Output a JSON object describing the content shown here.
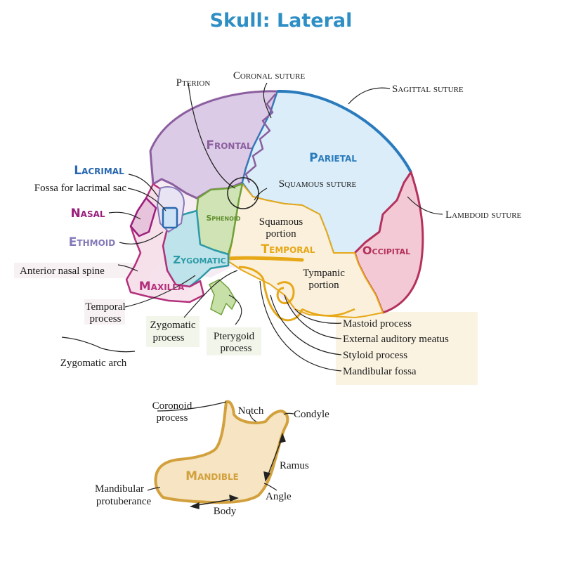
{
  "title": "Skull: Lateral",
  "colors": {
    "title": "#2e8fc5",
    "frontal": "#8b5f9f",
    "parietal": "#2a7bbd",
    "temporal": "#e6a817",
    "occipital": "#b4315c",
    "sphenoid": "#6fa13a",
    "zygomatic": "#2c9aa8",
    "maxilla": "#b4307c",
    "nasal": "#9c1f7d",
    "lacrimal": "#2a68b0",
    "ethmoid": "#8578b8",
    "mandible": "#d2a13d"
  },
  "bones": {
    "frontal": "Frontal",
    "parietal": "Parietal",
    "sphenoid": "Sphenoid",
    "temporal": "Temporal",
    "occipital": "Occipital",
    "zygomatic": "Zygomatic",
    "maxilla": "Maxilla",
    "lacrimal": "Lacrimal",
    "nasal": "Nasal",
    "ethmoid": "Ethmoid",
    "mandible": "Mandible"
  },
  "labels": {
    "pterion": "Pterion",
    "coronal_suture": "Coronal suture",
    "sagittal_suture": "Sagittal suture",
    "squamous_suture": "Squamous suture",
    "lambdoid_suture": "Lambdoid suture",
    "fossa_lacrimal_sac": "Fossa for lacrimal sac",
    "squamous_portion_1": "Squamous",
    "squamous_portion_2": "portion",
    "tympanic_portion_1": "Tympanic",
    "tympanic_portion_2": "portion",
    "anterior_nasal_spine": "Anterior nasal spine",
    "temporal_process_1": "Temporal",
    "temporal_process_2": "process",
    "zygomatic_process_1": "Zygomatic",
    "zygomatic_process_2": "process",
    "pterygoid_process_1": "Pterygoid",
    "pterygoid_process_2": "process",
    "zygomatic_arch": "Zygomatic arch",
    "mastoid_process": "Mastoid process",
    "external_auditory_meatus": "External auditory meatus",
    "styloid_process": "Styloid process",
    "mandibular_fossa": "Mandibular fossa",
    "coronoid_process_1": "Coronoid",
    "coronoid_process_2": "process",
    "notch": "Notch",
    "condyle": "Condyle",
    "ramus": "Ramus",
    "angle": "Angle",
    "body": "Body",
    "mandibular_protuberance_1": "Mandibular",
    "mandibular_protuberance_2": "protuberance"
  }
}
